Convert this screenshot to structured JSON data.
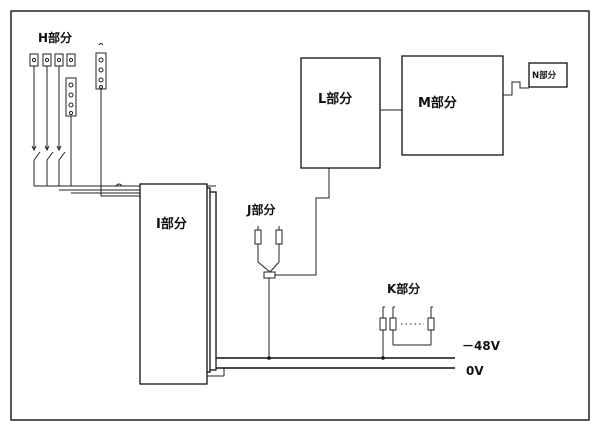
{
  "labels": {
    "h_part": "H部分",
    "i_part": "I部分",
    "j_part": "J部分",
    "k_part": "K部分",
    "l_part": "L部分",
    "m_part": "M部分",
    "n_part": "N部分",
    "neg48v": "－48V",
    "zero_v": "0V"
  }
}
